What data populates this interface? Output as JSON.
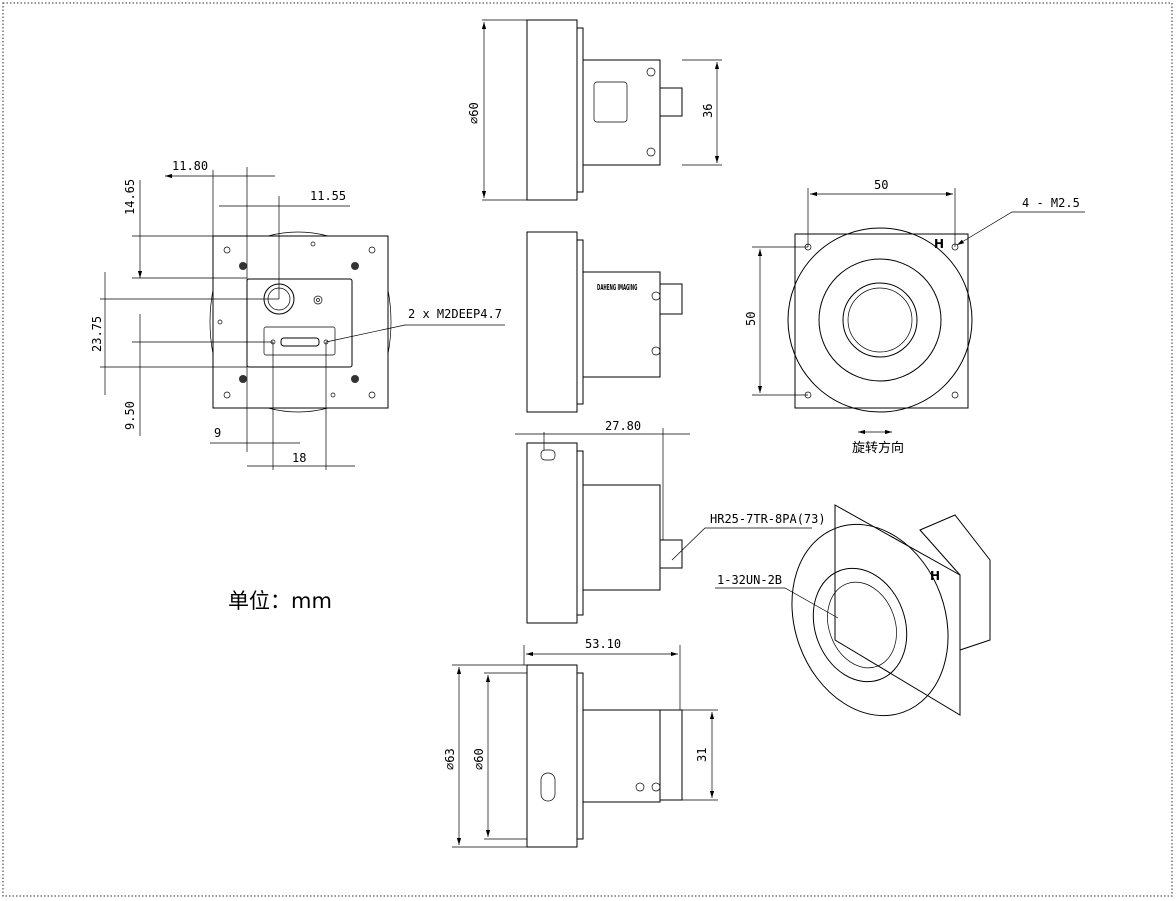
{
  "unit_label": "单位：mm",
  "front_view": {
    "dim_11_80": "11.80",
    "dim_11_55": "11.55",
    "dim_14_65": "14.65",
    "dim_23_75": "23.75",
    "dim_9_50": "9.50",
    "dim_9": "9",
    "dim_18": "18",
    "screw_note": "2 x M2DEEP4.7"
  },
  "side_view_top": {
    "dia": "⌀60",
    "height": "36"
  },
  "side_view_2": {
    "logo": "DAHENG IMAGING"
  },
  "side_view_3": {
    "depth": "27.80",
    "connector": "HR25-7TR-8PA(73)"
  },
  "side_view_4": {
    "length": "53.10",
    "dia_outer": "⌀63",
    "dia_inner": "⌀60",
    "height": "31"
  },
  "lens_view": {
    "width": "50",
    "height": "50",
    "holes": "4 - M2.5",
    "mark": "H",
    "rotation": "旋转方向"
  },
  "iso_view": {
    "thread": "1-32UN-2B",
    "mark": "H"
  }
}
